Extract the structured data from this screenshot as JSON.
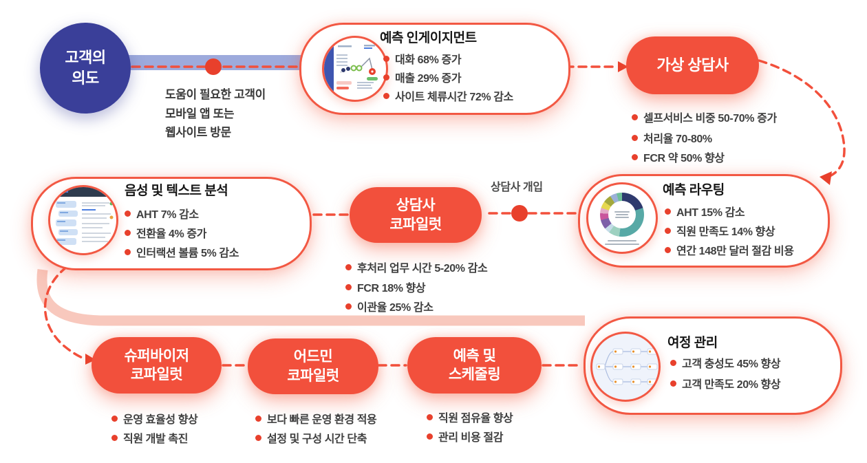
{
  "palette": {
    "accent_red": "#F2503C",
    "outline_red": "#F25843",
    "dot_red": "#E8402C",
    "indigo": "#3A3F99",
    "periwinkle_band": "#8C9BD6",
    "salmon_band": "#F29B87",
    "title_text": "#161616",
    "bullet_text": "#3F3F3F"
  },
  "nodes": {
    "customer_intent": {
      "line1": "고객의",
      "line2": "의도"
    },
    "intent_caption": {
      "line1": "도움이 필요한 고객이",
      "line2": "모바일 앱 또는",
      "line3": "웹사이트 방문"
    },
    "predictive_engagement": {
      "title": "예측 인게이지먼트",
      "bullets": [
        "대화 68% 증가",
        "매출 29% 증가",
        "사이트 체류시간 72% 감소"
      ],
      "thumbnail": "journey-dashboard"
    },
    "virtual_agent": {
      "title": "가상 상담사",
      "bullets": [
        "셀프서비스 비중 50-70% 증가",
        "처리율 70-80%",
        "FCR 약 50% 향상"
      ]
    },
    "voice_text_analytics": {
      "title": "음성 및 텍스트 분석",
      "bullets": [
        "AHT 7% 감소",
        "전환율 4% 증가",
        "인터랙션 볼륨 5% 감소"
      ],
      "thumbnail": "chat-transcript"
    },
    "agent_copilot": {
      "line1": "상담사",
      "line2": "코파일럿",
      "bullets": [
        "후처리 업무 시간 5-20% 감소",
        "FCR 18% 향상",
        "이관율 25% 감소"
      ]
    },
    "agent_handoff_label": "상담사 개입",
    "predictive_routing": {
      "title": "예측 라우팅",
      "bullets": [
        "AHT 15% 감소",
        "직원 만족도 14% 향상",
        "연간 148만 달러 절감 비용"
      ],
      "thumbnail": "donut-chart"
    },
    "supervisor_copilot": {
      "line1": "슈퍼바이저",
      "line2": "코파일럿",
      "bullets": [
        "운영 효율성 향상",
        "직원 개발 촉진"
      ]
    },
    "admin_copilot": {
      "line1": "어드민",
      "line2": "코파일럿",
      "bullets": [
        "보다 빠른 운영 환경 적용",
        "설정 및 구성 시간 단축"
      ]
    },
    "forecasting_scheduling": {
      "line1": "예측 및",
      "line2": "스케줄링",
      "bullets": [
        "직원 점유율 향상",
        "관리 비용 절감"
      ]
    },
    "journey_management": {
      "title": "여정 관리",
      "bullets": [
        "고객 충성도 45% 향상",
        "고객 만족도 20% 향상"
      ],
      "thumbnail": "journey-flow-tree"
    }
  }
}
